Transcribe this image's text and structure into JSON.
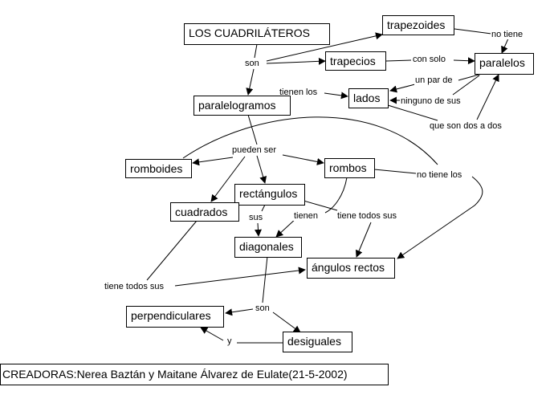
{
  "concepts": {
    "cuadrilateros": "LOS CUADRILÁTEROS",
    "trapezoides": "trapezoides",
    "trapecios": "trapecios",
    "paralelos": "paralelos",
    "lados": "lados",
    "paralelogramos": "paralelogramos",
    "romboides": "romboides",
    "rombos": "rombos",
    "rectangulos": "rectángulos",
    "cuadrados": "cuadrados",
    "diagonales": "diagonales",
    "angulos_rectos": "ángulos rectos",
    "perpendiculares": "perpendiculares",
    "desiguales": "desiguales"
  },
  "links": {
    "son_1": "son",
    "no_tiene": "no tiene",
    "con_solo": "con solo",
    "un_par_de": "un par de",
    "tienen_los": "tienen los",
    "ninguno_de_sus": "ninguno de sus",
    "que_son_dos_a_dos": "que son dos a dos",
    "pueden_ser": "pueden ser",
    "no_tiene_los": "no tiene los",
    "sus": "sus",
    "tienen": "tienen",
    "tiene_todos_sus_1": "tiene todos sus",
    "tiene_todos_sus_2": "tiene todos sus",
    "son_2": "son",
    "y": "y"
  },
  "credits": "CREADORAS:Nerea Baztán y Maitane Álvarez de Eulate(21-5-2002)"
}
